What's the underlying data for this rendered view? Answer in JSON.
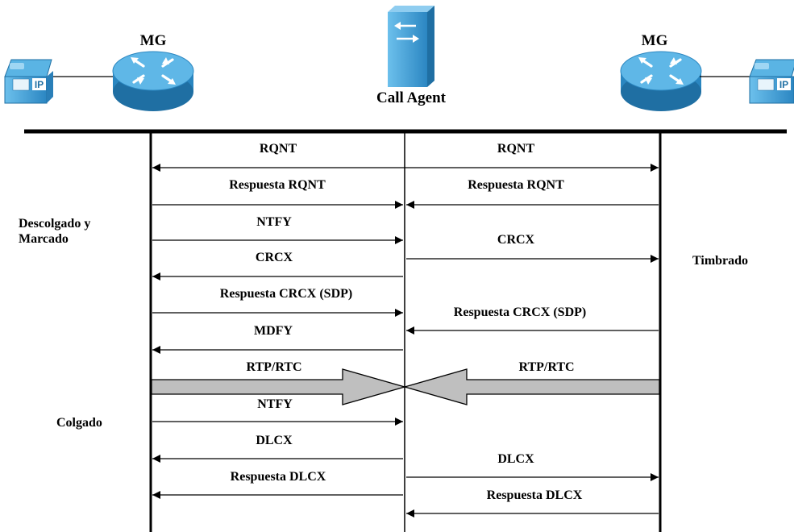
{
  "header": {
    "left_gateway_label": "MG",
    "right_gateway_label": "MG",
    "call_agent_label": "Call Agent"
  },
  "icons": {
    "left_phone": "ip-phone-icon",
    "right_phone": "ip-phone-icon",
    "left_gateway": "router-icon",
    "right_gateway": "router-icon",
    "call_agent": "server-icon",
    "phone_badge_text": "IP"
  },
  "colors": {
    "device_blue": "#3a9ad0",
    "device_blue_dark": "#1f6fa3",
    "stream_gray": "#bfbfbf",
    "line": "#000000"
  },
  "side_notes": {
    "off_hook": [
      "Descolgado y",
      "Marcado"
    ],
    "ringing": "Timbrado",
    "on_hook": "Colgado"
  },
  "messages": {
    "left": [
      "RQNT",
      "Respuesta RQNT",
      "NTFY",
      "CRCX",
      "Respuesta CRCX (SDP)",
      "MDFY",
      "RTP/RTC",
      "NTFY",
      "DLCX",
      "Respuesta DLCX"
    ],
    "right": [
      "RQNT",
      "Respuesta RQNT",
      "CRCX",
      "Respuesta CRCX (SDP)",
      "RTP/RTC",
      "DLCX",
      "Respuesta DLCX"
    ]
  }
}
